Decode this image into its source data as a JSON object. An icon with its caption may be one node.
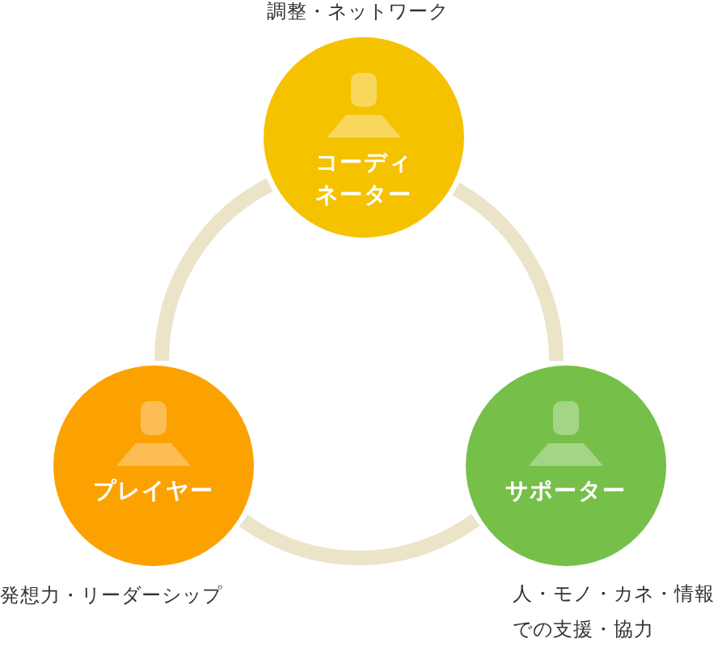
{
  "diagram": {
    "nodes": [
      {
        "text": [
          "コーディネーター"
        ],
        "beside": [
          "調整・ネットワーク"
        ]
      },
      {
        "text": [
          "プレイヤー"
        ],
        "beside": [
          "発想力・リーダーシップ"
        ]
      },
      {
        "text": [
          "サポーター"
        ],
        "beside": [
          "人・モノ・カネ・情報での支援・協力"
        ]
      }
    ],
    "edges": [
      {
        "from": 0,
        "to": 1,
        "arrow": "none"
      },
      {
        "from": 1,
        "to": 2,
        "arrow": "none"
      },
      {
        "from": 2,
        "to": 0,
        "arrow": "none"
      }
    ]
  }
}
